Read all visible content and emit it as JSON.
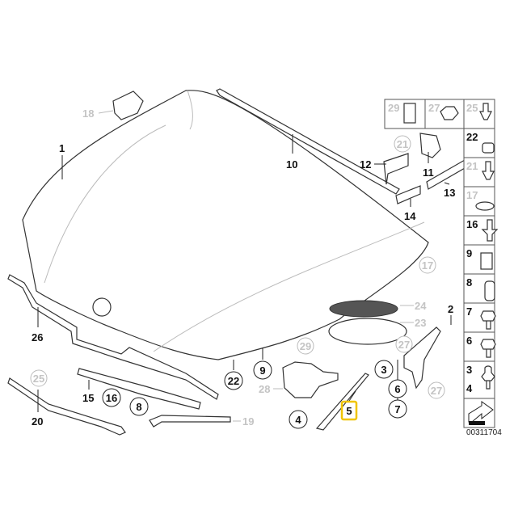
{
  "diagram": {
    "callouts": [
      {
        "label": "1",
        "style": "plain"
      },
      {
        "label": "10",
        "style": "plain"
      },
      {
        "label": "12",
        "style": "plain"
      },
      {
        "label": "11",
        "style": "plain"
      },
      {
        "label": "13",
        "style": "plain"
      },
      {
        "label": "14",
        "style": "plain"
      },
      {
        "label": "2",
        "style": "plain"
      },
      {
        "label": "26",
        "style": "plain"
      },
      {
        "label": "15",
        "style": "plain"
      },
      {
        "label": "20",
        "style": "plain"
      },
      {
        "label": "18",
        "style": "inactive"
      },
      {
        "label": "24",
        "style": "inactive"
      },
      {
        "label": "23",
        "style": "inactive"
      },
      {
        "label": "28",
        "style": "inactive"
      },
      {
        "label": "19",
        "style": "inactive"
      },
      {
        "label": "21",
        "style": "circled-inactive"
      },
      {
        "label": "17",
        "style": "circled-inactive"
      },
      {
        "label": "27",
        "style": "circled-inactive"
      },
      {
        "label": "29",
        "style": "circled-inactive"
      },
      {
        "label": "27",
        "style": "circled-inactive"
      },
      {
        "label": "25",
        "style": "circled-inactive"
      },
      {
        "label": "22",
        "style": "circled"
      },
      {
        "label": "9",
        "style": "circled"
      },
      {
        "label": "3",
        "style": "circled"
      },
      {
        "label": "6",
        "style": "circled"
      },
      {
        "label": "7",
        "style": "circled"
      },
      {
        "label": "16",
        "style": "circled"
      },
      {
        "label": "8",
        "style": "circled"
      },
      {
        "label": "4",
        "style": "circled"
      },
      {
        "label": "5",
        "style": "selected"
      }
    ],
    "legend_top": [
      "29",
      "27",
      "25"
    ],
    "legend_column": [
      "22",
      "21",
      "17",
      "16",
      "9",
      "8",
      "7",
      "6",
      "3",
      "4"
    ],
    "diagram_number": "00311704",
    "highlight_color": "#f0c400"
  }
}
